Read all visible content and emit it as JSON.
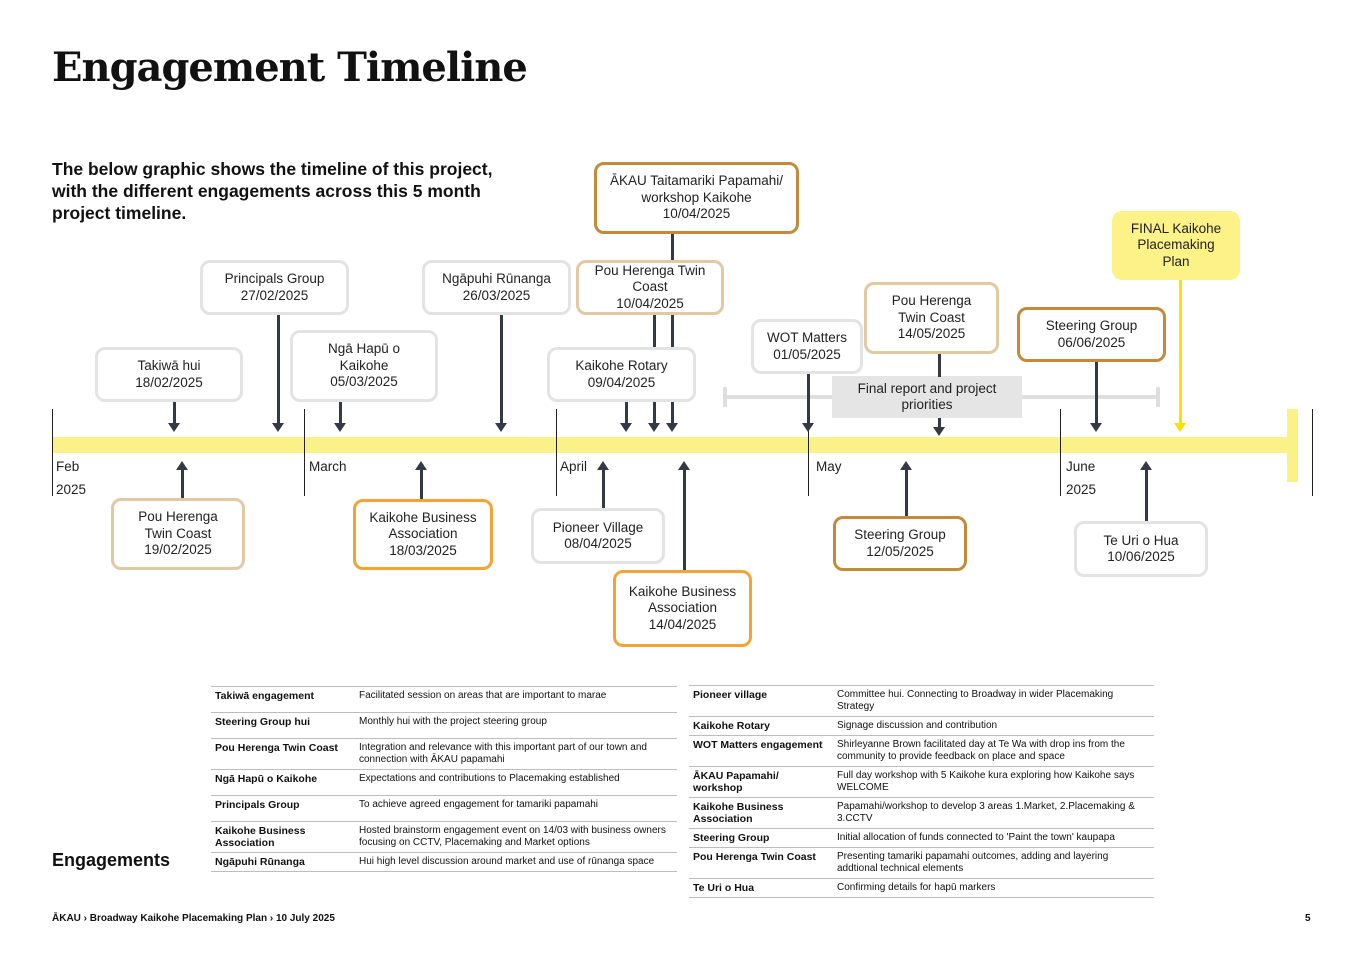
{
  "title": "Engagement Timeline",
  "intro": "The below graphic shows the timeline of this project, with the different engagements across this 5 month project timeline.",
  "months": [
    {
      "name": "Feb",
      "year": "2025"
    },
    {
      "name": "March",
      "year": ""
    },
    {
      "name": "April",
      "year": ""
    },
    {
      "name": "May",
      "year": ""
    },
    {
      "name": "June",
      "year": "2025"
    }
  ],
  "events_above": [
    {
      "name": "Takiwā hui",
      "date": "18/02/2025"
    },
    {
      "name": "Principals Group",
      "date": "27/02/2025"
    },
    {
      "name": "Ngā Hapū o Kaikohe",
      "date": "05/03/2025"
    },
    {
      "name": "Ngāpuhi Rūnanga",
      "date": "26/03/2025"
    },
    {
      "name": "Kaikohe Rotary",
      "date": "09/04/2025"
    },
    {
      "name": "Pou Herenga Twin Coast",
      "date": "10/04/2025"
    },
    {
      "name": "ĀKAU Taitamariki Papamahi/ workshop Kaikohe",
      "date": "10/04/2025"
    },
    {
      "name": "WOT Matters",
      "date": "01/05/2025"
    },
    {
      "name": "Pou Herenga Twin Coast",
      "date": "14/05/2025"
    },
    {
      "name": "Steering Group",
      "date": "06/06/2025"
    },
    {
      "name": "FINAL Kaikohe Placemaking Plan",
      "date": ""
    }
  ],
  "events_below": [
    {
      "name": "Pou Herenga Twin Coast",
      "date": "19/02/2025"
    },
    {
      "name": "Kaikohe Business Association",
      "date": "18/03/2025"
    },
    {
      "name": "Pioneer Village",
      "date": "08/04/2025"
    },
    {
      "name": "Kaikohe Business Association",
      "date": "14/04/2025"
    },
    {
      "name": "Steering Group",
      "date": "12/05/2025"
    },
    {
      "name": "Te Uri o Hua",
      "date": "10/06/2025"
    }
  ],
  "final_report": "Final report and project priorities",
  "engagements_heading": "Engagements",
  "table_left": [
    {
      "name": "Takiwā engagement",
      "desc": "Facilitated session on areas that are important to marae"
    },
    {
      "name": "Steering Group hui",
      "desc": "Monthly hui with the project steering group"
    },
    {
      "name": "Pou Herenga Twin Coast",
      "desc": "Integration and relevance with this important part of our town and connection with ĀKAU papamahi"
    },
    {
      "name": "Ngā Hapū o Kaikohe",
      "desc": "Expectations and contributions to Placemaking established"
    },
    {
      "name": "Principals Group",
      "desc": "To achieve agreed engagement for tamariki papamahi"
    },
    {
      "name": "Kaikohe Business Association",
      "desc": "Hosted brainstorm engagement event on 14/03 with business owners focusing on CCTV, Placemaking and Market options"
    },
    {
      "name": "Ngāpuhi Rūnanga",
      "desc": "Hui high level discussion around market and use of rūnanga space"
    }
  ],
  "table_right": [
    {
      "name": "Pioneer village",
      "desc": "Committee hui. Connecting to Broadway in wider Placemaking Strategy"
    },
    {
      "name": "Kaikohe Rotary",
      "desc": "Signage discussion and contribution"
    },
    {
      "name": "WOT Matters engagement",
      "desc": "Shirleyanne Brown facilitated day at Te Wa with drop ins from the community to provide feedback on place and space"
    },
    {
      "name": "ĀKAU Papamahi/ workshop",
      "desc": "Full day workshop with 5 Kaikohe kura exploring how Kaikohe says WELCOME"
    },
    {
      "name": "Kaikohe Business Association",
      "desc": "Papamahi/workshop to develop 3 areas 1.Market, 2.Placemaking & 3.CCTV"
    },
    {
      "name": "Steering Group",
      "desc": "Initial allocation of funds connected to 'Paint the town' kaupapa"
    },
    {
      "name": "Pou Herenga Twin Coast",
      "desc": "Presenting tamariki papamahi outcomes, adding and layering addtional technical elements"
    },
    {
      "name": "Te Uri o Hua",
      "desc": "Confirming details for hapū markers"
    }
  ],
  "footer": "ĀKAU › Broadway Kaikohe Placemaking Plan › 10 July 2025",
  "page_number": "5"
}
